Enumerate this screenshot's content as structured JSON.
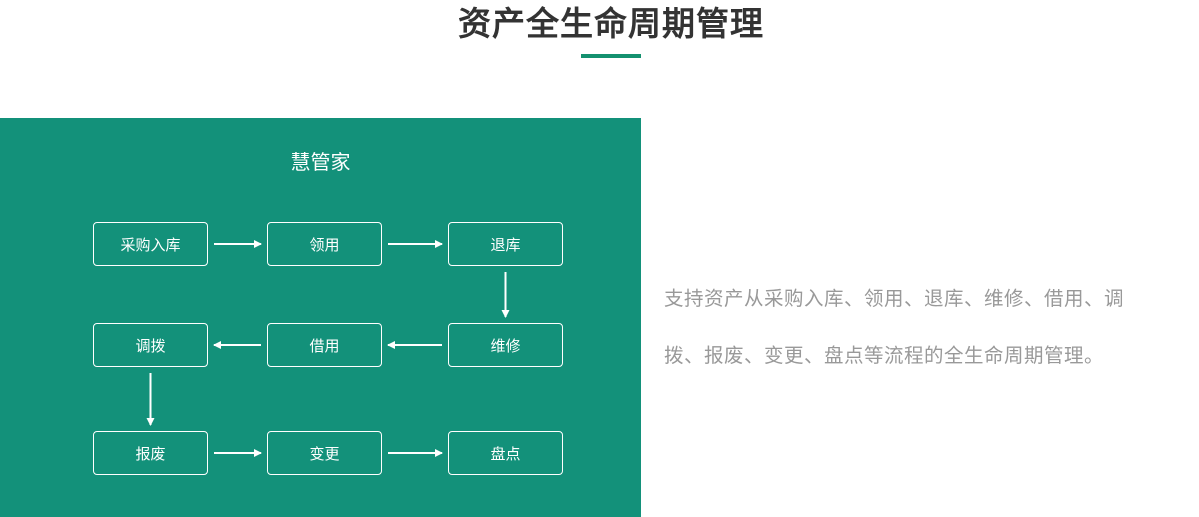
{
  "header": {
    "title": "资产全生命周期管理"
  },
  "colors": {
    "brand": "#13917a",
    "title_text": "#333333",
    "description_text": "#999999"
  },
  "panel": {
    "title": "慧管家",
    "nodes": [
      {
        "id": "purchase",
        "label": "采购入库"
      },
      {
        "id": "receive",
        "label": "领用"
      },
      {
        "id": "return",
        "label": "退库"
      },
      {
        "id": "transfer",
        "label": "调拨"
      },
      {
        "id": "borrow",
        "label": "借用"
      },
      {
        "id": "repair",
        "label": "维修"
      },
      {
        "id": "scrap",
        "label": "报废"
      },
      {
        "id": "change",
        "label": "变更"
      },
      {
        "id": "inventory",
        "label": "盘点"
      }
    ],
    "edges": [
      {
        "from": "purchase",
        "to": "receive"
      },
      {
        "from": "receive",
        "to": "return"
      },
      {
        "from": "return",
        "to": "repair"
      },
      {
        "from": "repair",
        "to": "borrow"
      },
      {
        "from": "borrow",
        "to": "transfer"
      },
      {
        "from": "transfer",
        "to": "scrap"
      },
      {
        "from": "scrap",
        "to": "change"
      },
      {
        "from": "change",
        "to": "inventory"
      }
    ]
  },
  "description": {
    "line1": "支持资产从采购入库、领用、退库、维修、借用、调",
    "line2": "拨、报废、变更、盘点等流程的全生命周期管理。"
  }
}
